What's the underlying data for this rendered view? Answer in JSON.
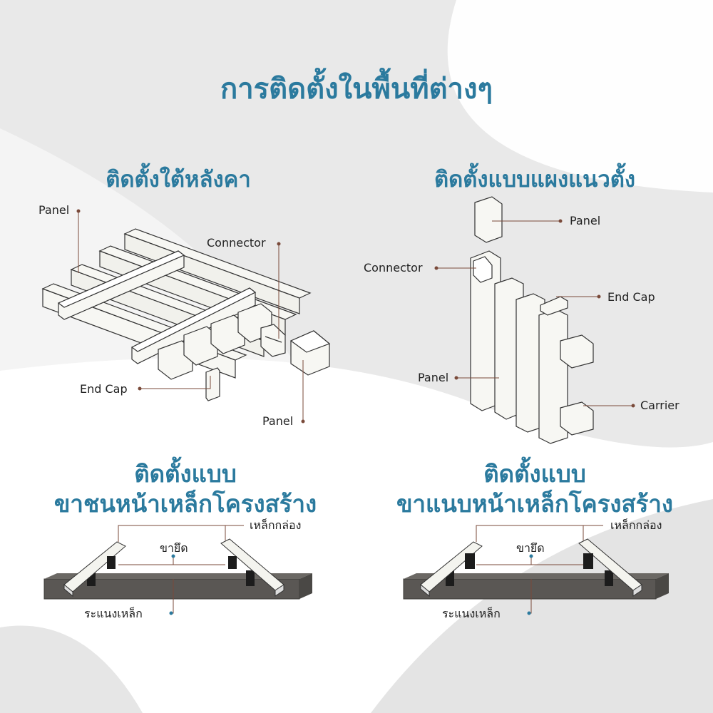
{
  "main_title": "การติดตั้งในพื้นที่ต่างๆ",
  "sections": {
    "ceiling": {
      "title": "ติดตั้งใต้หลังคา",
      "labels": {
        "panel_top": "Panel",
        "connector": "Connector",
        "end_cap": "End Cap",
        "panel_bottom": "Panel"
      }
    },
    "vertical": {
      "title": "ติดตั้งแบบแผงแนวตั้ง",
      "labels": {
        "panel_top": "Panel",
        "connector": "Connector",
        "end_cap": "End Cap",
        "panel": "Panel",
        "carrier": "Carrier"
      }
    },
    "flush": {
      "title_line1": "ติดตั้งแบบ",
      "title_line2": "ขาชนหน้าเหล็กโครงสร้าง",
      "labels": {
        "box_steel": "เหล็กกล่อง",
        "leg": "ขายึด",
        "steel_rail": "ระแนงเหล็ก"
      }
    },
    "aligned": {
      "title_line1": "ติดตั้งแบบ",
      "title_line2": "ขาแนบหน้าเหล็กโครงสร้าง",
      "labels": {
        "box_steel": "เหล็กกล่อง",
        "leg": "ขายึด",
        "steel_rail": "ระแนงเหล็ก"
      }
    }
  },
  "colors": {
    "title": "#2b7a9e",
    "leader": "#7a4a3a",
    "steel_dark": "#5a5754",
    "panel_fill": "#f4f4ef",
    "leg_black": "#1c1c1c"
  }
}
